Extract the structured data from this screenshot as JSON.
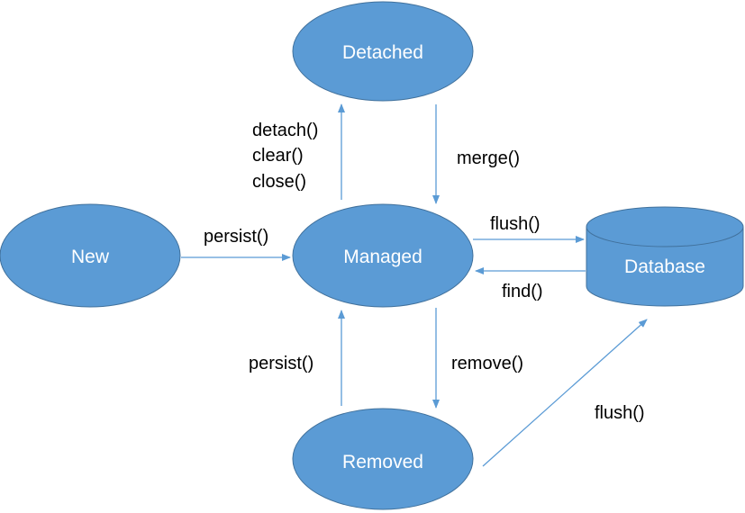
{
  "colors": {
    "node_fill": "#5b9bd5",
    "node_stroke": "#41719c",
    "arrow": "#5b9bd5",
    "node_text": "#ffffff",
    "label_text": "#000000"
  },
  "nodes": {
    "detached": "Detached",
    "new": "New",
    "managed": "Managed",
    "removed": "Removed",
    "database": "Database"
  },
  "edges": {
    "managed_to_detached": [
      "detach()",
      "clear()",
      "close()"
    ],
    "detached_to_managed": "merge()",
    "new_to_managed": "persist()",
    "managed_to_database": "flush()",
    "database_to_managed": "find()",
    "removed_to_managed": "persist()",
    "managed_to_removed": "remove()",
    "removed_to_database": "flush()"
  }
}
